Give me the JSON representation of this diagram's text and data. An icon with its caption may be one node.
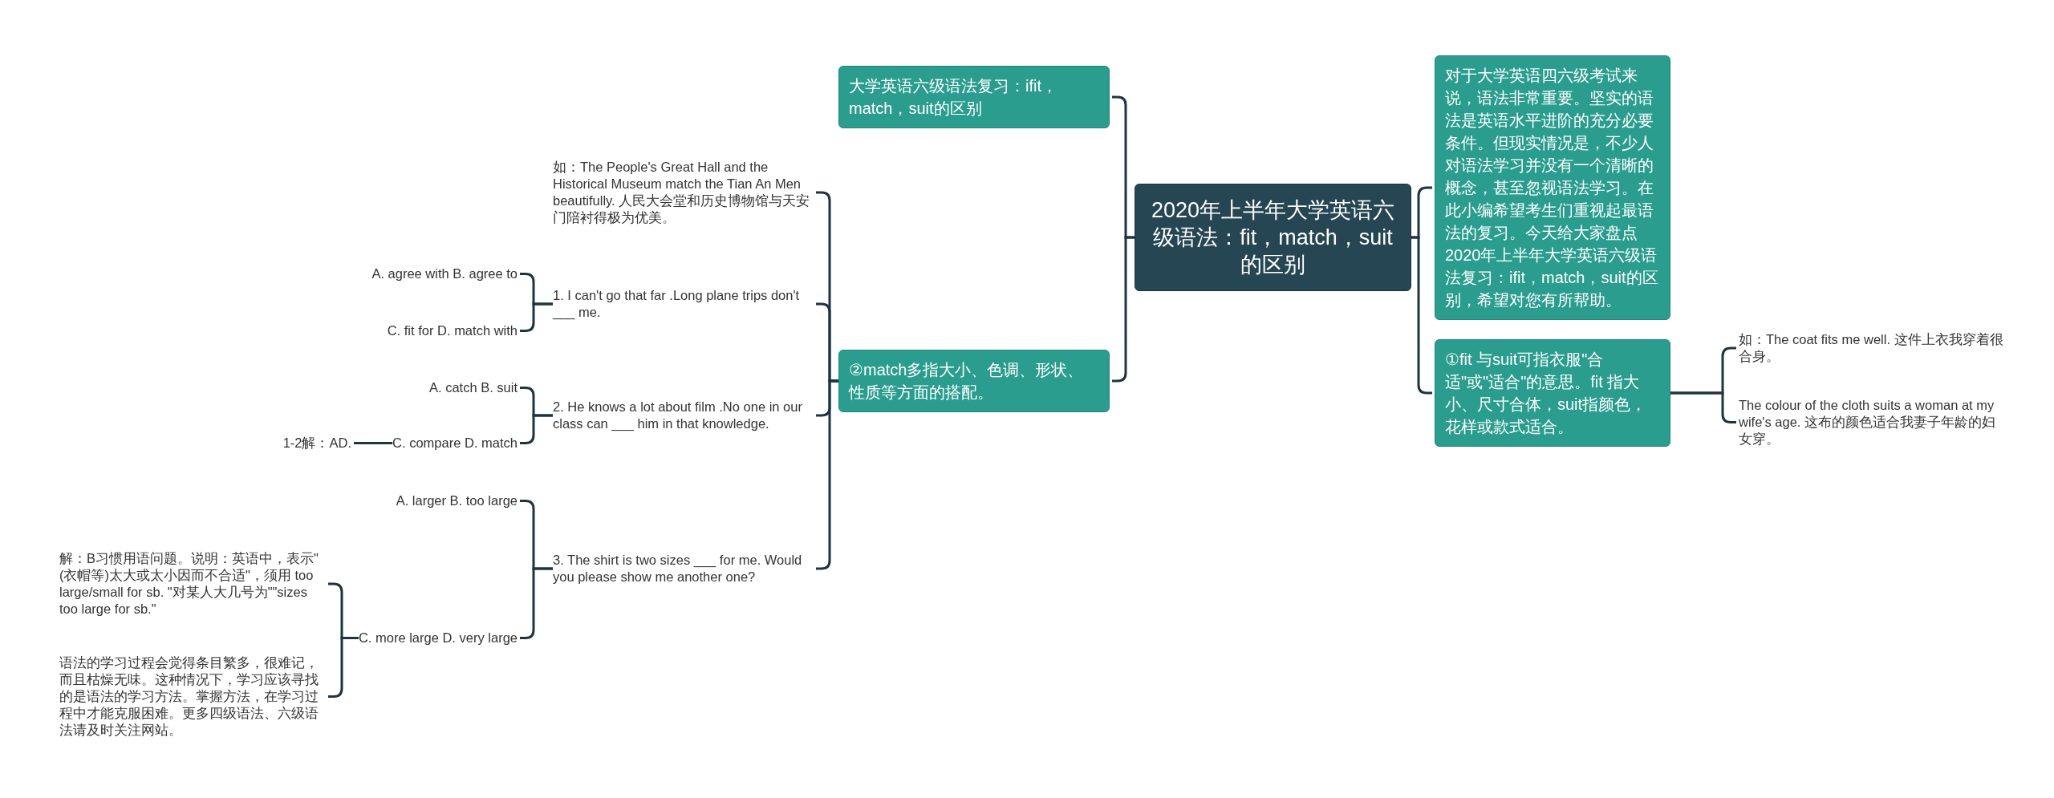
{
  "diagram": {
    "nodes": [
      {
        "text": [
          "2020年上半年大学英语六级语法：fit，match，suit的区别"
        ]
      },
      {
        "text": [
          "大学英语六级语法复习：ifit，match，suit的区别"
        ]
      },
      {
        "text": [
          "②match多指大小、色调、形状、性质等方面的搭配。"
        ]
      },
      {
        "text": [
          "对于大学英语四六级考试来说，语法非常重要。坚实的语法是英语水平进阶的充分必要条件。但现实情况是，不少人对语法学习并没有一个清晰的概念，甚至忽视语法学习。在此小编希望考生们重视起最语法的复习。今天给大家盘点2020年上半年大学英语六级语法复习：ifit，match，suit的区别，希望对您有所帮助。"
        ]
      },
      {
        "text": [
          "①fit 与suit可指衣服\"合适\"或\"适合\"的意思。fit 指大小、尺寸合体，suit指颜色，花样或款式适合。"
        ]
      },
      {
        "text": [
          "如：The People's Great Hall and the Historical Museum match the Tian An Men beautifully. 人民大会堂和历史博物馆与天安门陪衬得极为优美。"
        ]
      },
      {
        "text": [
          "1. I can't go that far .Long plane trips don't ___ me."
        ]
      },
      {
        "text": [
          "2. He knows a lot about film .No one in our class can ___ him in that knowledge."
        ]
      },
      {
        "text": [
          "3. The shirt is two sizes ___ for me. Would you please show me another one?"
        ]
      },
      {
        "text": [
          "A. agree with B. agree to"
        ]
      },
      {
        "text": [
          "C. fit for D. match with"
        ]
      },
      {
        "text": [
          "A. catch B. suit"
        ]
      },
      {
        "text": [
          "C. compare D. match"
        ]
      },
      {
        "text": [
          "1-2解：AD."
        ]
      },
      {
        "text": [
          "A. larger B. too large"
        ]
      },
      {
        "text": [
          "C. more large D. very large"
        ]
      },
      {
        "text": [
          "解：B习惯用语问题。说明：英语中，表示\"(衣帽等)太大或太小因而不合适\"，须用 too large/small for sb. \"对某人大几号为\"\"sizes too large for sb.\""
        ]
      },
      {
        "text": [
          "语法的学习过程会觉得条目繁多，很难记，而且枯燥无味。这种情况下，学习应该寻找的是语法的学习方法。掌握方法，在学习过程中才能克服困难。更多四级语法、六级语法请及时关注网站。"
        ]
      },
      {
        "text": [
          "如：The coat fits me well. 这件上衣我穿着很合身。"
        ]
      },
      {
        "text": [
          "The colour of the cloth suits a woman at my wife's age. 这布的颜色适合我妻子年龄的妇女穿。"
        ]
      }
    ],
    "edges": [
      {
        "from": 0,
        "to": 1,
        "arrow": "none"
      },
      {
        "from": 0,
        "to": 2,
        "arrow": "none"
      },
      {
        "from": 0,
        "to": 3,
        "arrow": "none"
      },
      {
        "from": 0,
        "to": 4,
        "arrow": "none"
      },
      {
        "from": 2,
        "to": 5,
        "arrow": "none"
      },
      {
        "from": 2,
        "to": 6,
        "arrow": "none"
      },
      {
        "from": 2,
        "to": 7,
        "arrow": "none"
      },
      {
        "from": 2,
        "to": 8,
        "arrow": "none"
      },
      {
        "from": 6,
        "to": 9,
        "arrow": "none"
      },
      {
        "from": 6,
        "to": 10,
        "arrow": "none"
      },
      {
        "from": 7,
        "to": 11,
        "arrow": "none"
      },
      {
        "from": 7,
        "to": 12,
        "arrow": "none"
      },
      {
        "from": 12,
        "to": 13,
        "arrow": "none"
      },
      {
        "from": 8,
        "to": 14,
        "arrow": "none"
      },
      {
        "from": 8,
        "to": 15,
        "arrow": "none"
      },
      {
        "from": 15,
        "to": 16,
        "arrow": "none"
      },
      {
        "from": 15,
        "to": 17,
        "arrow": "none"
      },
      {
        "from": 4,
        "to": 18,
        "arrow": "none"
      },
      {
        "from": 4,
        "to": 19,
        "arrow": "none"
      }
    ]
  }
}
